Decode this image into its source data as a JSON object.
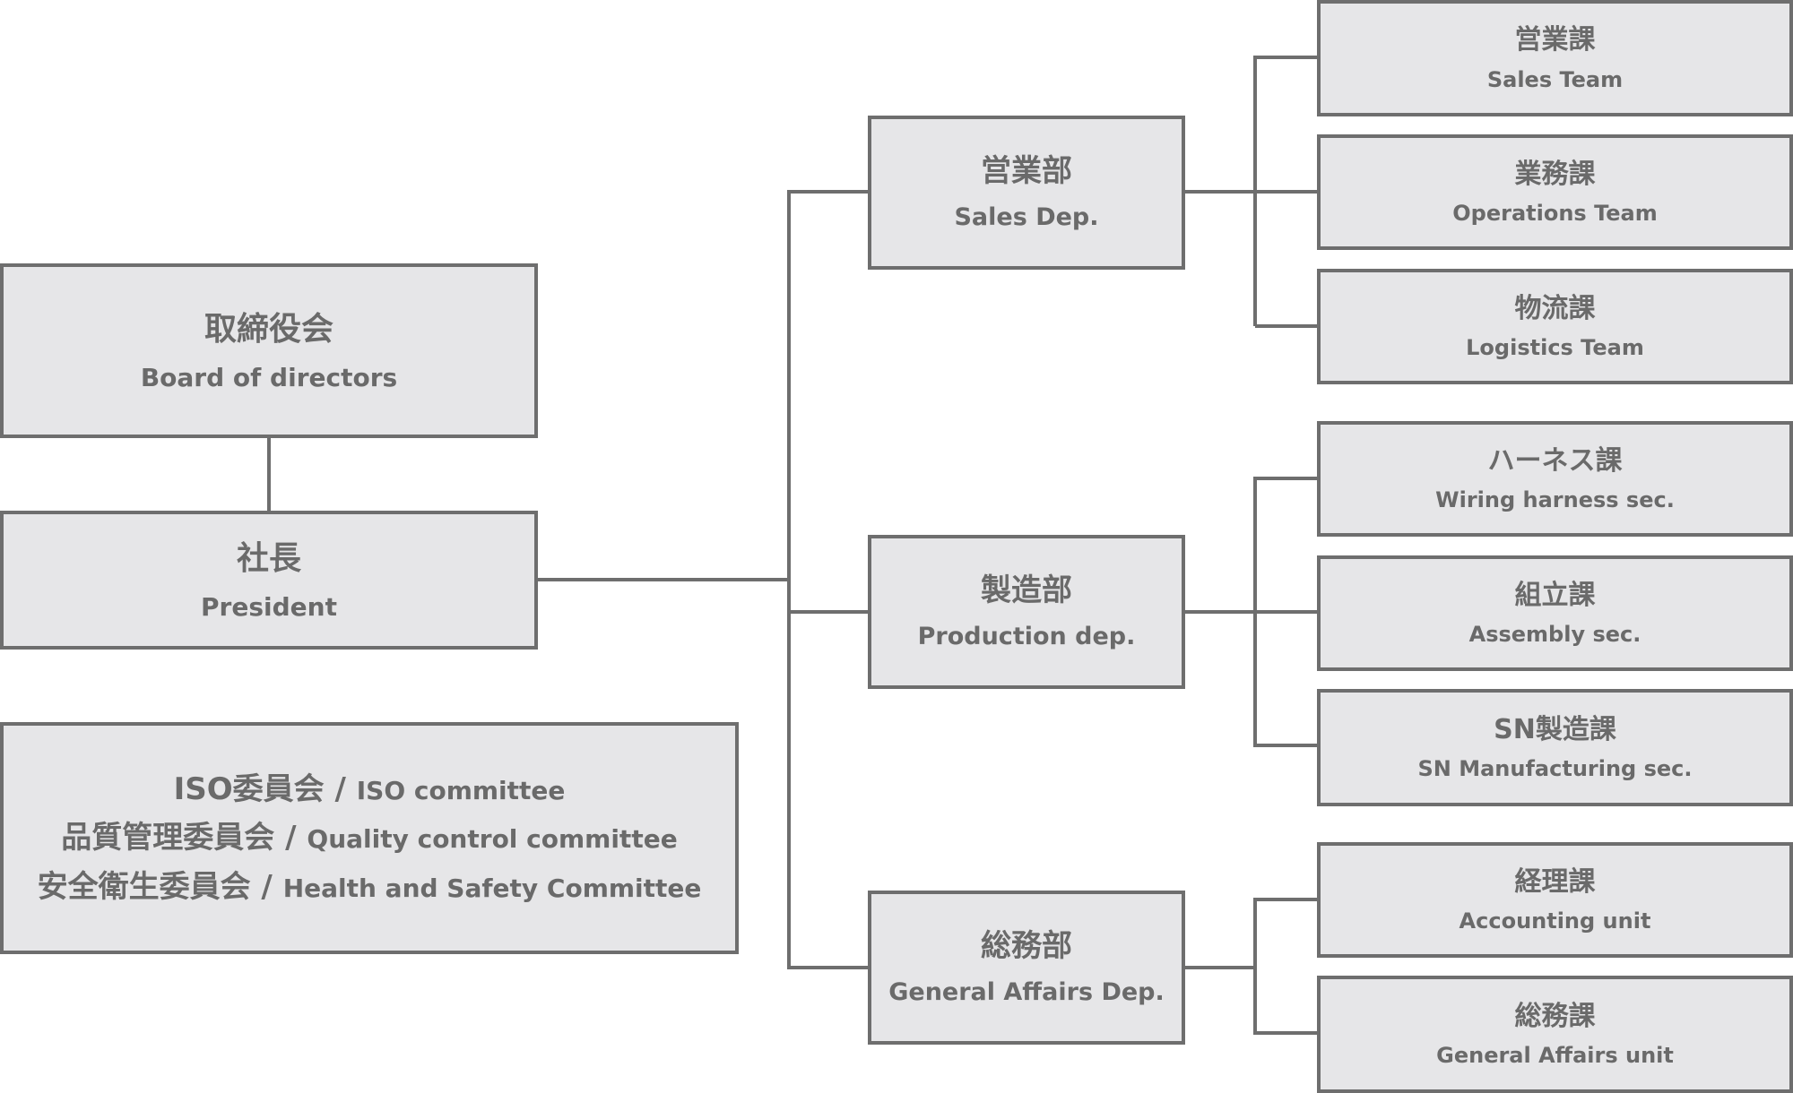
{
  "top": {
    "board": {
      "jp": "取締役会",
      "en": "Board of directors"
    },
    "president": {
      "jp": "社長",
      "en": "President"
    }
  },
  "committees": [
    {
      "jp": "ISO委員会",
      "en": "ISO committee"
    },
    {
      "jp": "品質管理委員会",
      "en": "Quality control committee"
    },
    {
      "jp": "安全衛生委員会",
      "en": "Health and Safety Committee"
    }
  ],
  "separator": " / ",
  "departments": {
    "sales": {
      "jp": "営業部",
      "en": "Sales Dep.",
      "units": [
        {
          "jp": "営業課",
          "en": "Sales Team"
        },
        {
          "jp": "業務課",
          "en": "Operations Team"
        },
        {
          "jp": "物流課",
          "en": "Logistics Team"
        }
      ]
    },
    "production": {
      "jp": "製造部",
      "en": "Production dep.",
      "units": [
        {
          "jp": "ハーネス課",
          "en": "Wiring harness sec."
        },
        {
          "jp": "組立課",
          "en": "Assembly sec."
        },
        {
          "jp": "SN製造課",
          "en": "SN Manufacturing sec."
        }
      ]
    },
    "general": {
      "jp": "総務部",
      "en": "General Affairs Dep.",
      "units": [
        {
          "jp": "経理課",
          "en": "Accounting unit"
        },
        {
          "jp": "総務課",
          "en": "General Affairs unit"
        }
      ]
    }
  },
  "colors": {
    "box_fill": "#e6e6e8",
    "line": "#6e6e6e",
    "text": "#6a6a6a"
  }
}
